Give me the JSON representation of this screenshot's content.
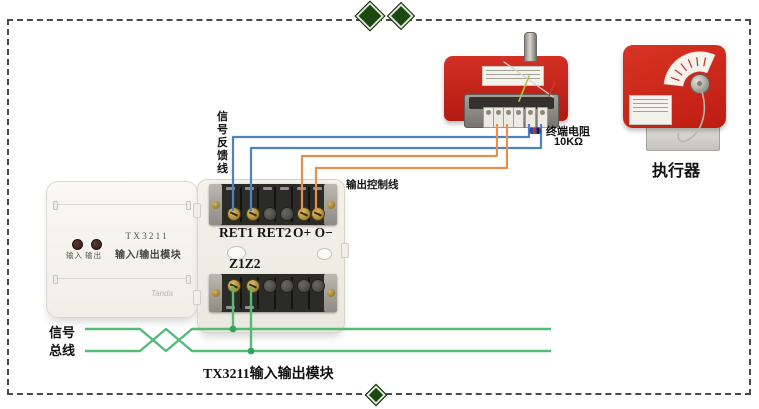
{
  "labels": {
    "signal_feedback": "信号反馈线",
    "output_control": "输出控制线",
    "terminal_resistor_line1": "终端电阻",
    "terminal_resistor_line2": "10KΩ",
    "signal_bus_line1": "信号",
    "signal_bus_line2": "总线",
    "bottom_caption": "TX3211输入输出模块",
    "actuator_caption": "执行器"
  },
  "left_module": {
    "model": "TX3211",
    "name": "输入/输出模块",
    "led_input_label": "输入",
    "led_output_label": "输出",
    "brand": "Tanda"
  },
  "io_module": {
    "feedback_terminals_label": "RET1 RET2",
    "output_terminals_label": "O+ O−",
    "bus_terminals_label": "Z1Z2"
  },
  "colors": {
    "wire_blue": "#4d82c4",
    "wire_orange": "#e5914d",
    "wire_green": "#53bb77",
    "device_red": "#c92020",
    "diamond_green": "#1d4710"
  }
}
